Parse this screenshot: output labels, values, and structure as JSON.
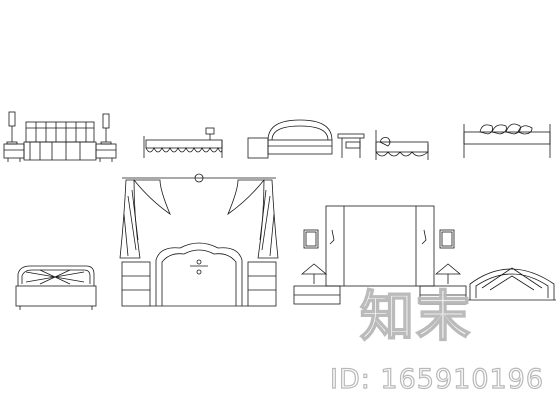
{
  "drawing": {
    "line_color": "#1a1a1a",
    "background": "#ffffff",
    "items": [
      "single-bed-with-nightstands",
      "bed-side-elevation-1",
      "bed-with-desk-elevation",
      "small-bed-side-elevation",
      "daybed-with-pillows",
      "curtained-bed-elevation",
      "paneled-wall-bed-elevation",
      "upholstered-headboard",
      "arched-headboard"
    ]
  },
  "watermark": {
    "brand": "知末",
    "id_text": "ID: 165910196",
    "color": "#b8b8b8"
  }
}
